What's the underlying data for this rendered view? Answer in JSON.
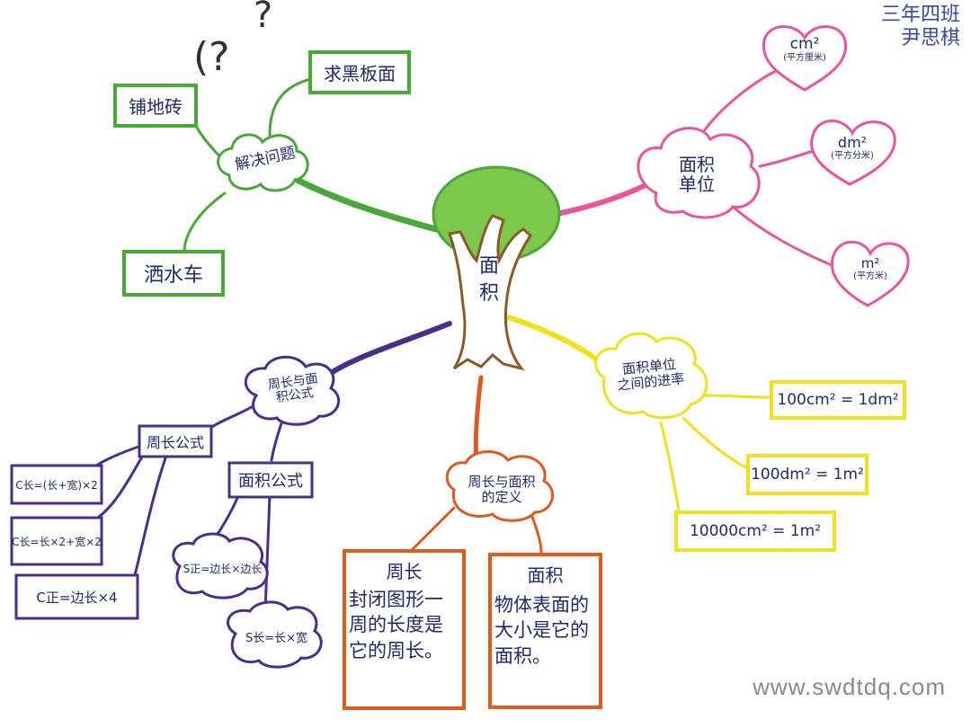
{
  "center": {
    "line1": "面",
    "line2": "积"
  },
  "author": {
    "line1": "三年四班",
    "line2": "尹思棋"
  },
  "doodle": {
    "q1": "(?",
    "q2": "?"
  },
  "watermark": "www.swdtdq.com",
  "solve": {
    "title": "解决问题",
    "items": [
      "铺地砖",
      "求黑板面",
      "洒水车"
    ]
  },
  "units": {
    "title_l1": "面积",
    "title_l2": "单位",
    "items": [
      {
        "sym": "cm²",
        "name": "(平方厘米)"
      },
      {
        "sym": "dm²",
        "name": "(平方分米)"
      },
      {
        "sym": "m²",
        "name": "(平方米)"
      }
    ]
  },
  "conversion": {
    "title_l1": "面积单位",
    "title_l2": "之间的进率",
    "items": [
      "100cm² = 1dm²",
      "100dm² = 1m²",
      "10000cm² = 1m²"
    ]
  },
  "definition": {
    "title_l1": "周长与面积",
    "title_l2": "的定义",
    "perimeter": {
      "title": "周长",
      "text": "封闭图形一周的长度是它的周长。"
    },
    "area": {
      "title": "面积",
      "text": "物体表面的大小是它的面积。"
    }
  },
  "formulas": {
    "title_l1": "周长与面",
    "title_l2": "积公式",
    "perimeter": {
      "title": "周长公式",
      "items": [
        "C长=(长+宽)×2",
        "C长=长×2+宽×2",
        "C正=边长×4"
      ]
    },
    "area": {
      "title": "面积公式",
      "items": [
        "S正=边长×边长",
        "S长=长×宽"
      ]
    }
  },
  "colors": {
    "green": "#4aa83a",
    "pink": "#e8559a",
    "yellow": "#f0e020",
    "orange": "#e05a20",
    "purple": "#4a2f8a",
    "brown": "#8b5a2b",
    "navy": "#1f2a6b"
  }
}
